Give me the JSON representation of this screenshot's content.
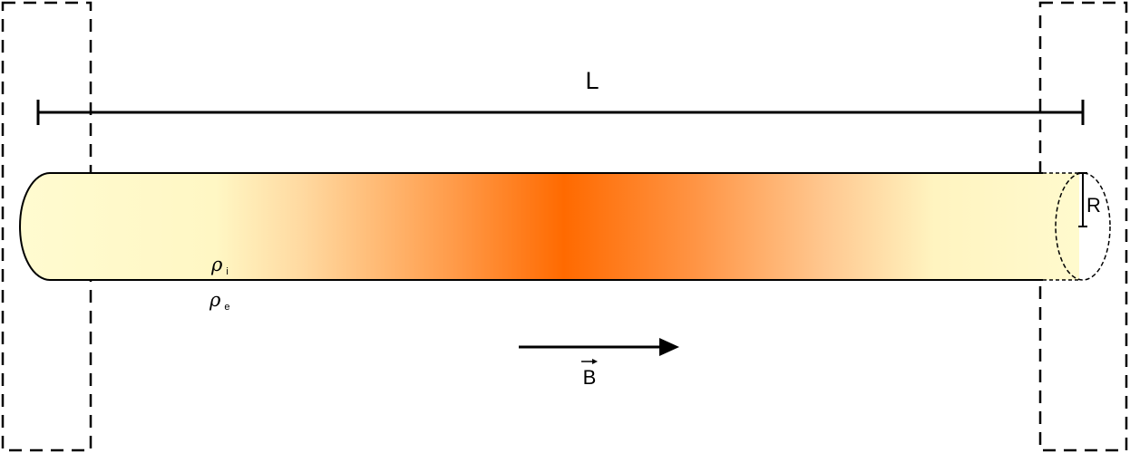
{
  "labels": {
    "length": "L",
    "radius": "R",
    "field": "B",
    "rho_internal": "ρ",
    "rho_internal_sub": "i",
    "rho_external": "ρ",
    "rho_external_sub": "e"
  },
  "colors": {
    "tube_pale": "#fff9c8",
    "tube_core": "#ff6a00",
    "stroke": "#000000"
  },
  "icons": [
    "field-arrow-icon",
    "vector-arrow-icon"
  ]
}
